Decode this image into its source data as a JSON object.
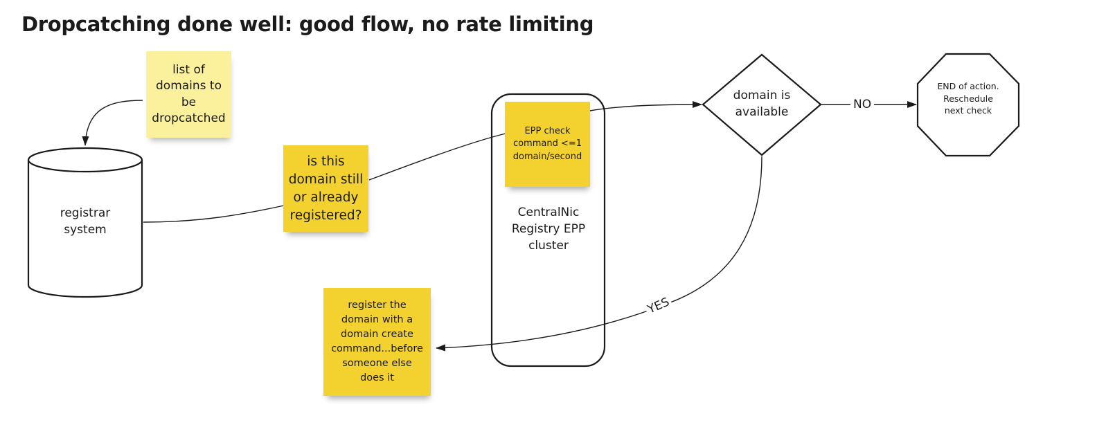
{
  "title": "Dropcatching done well: good flow, no rate limiting",
  "nodes": {
    "registrar": "registrar system",
    "epp_cluster": "CentralNic Registry EPP cluster",
    "availability_decision": "domain is available",
    "end_action": "END of action. Reschedule next check"
  },
  "stickies": {
    "domain_list": "list of domains to be dropcatched",
    "registered_question": "is this domain still or already registered?",
    "epp_check": "EPP check command <=1 domain/second",
    "register_domain": "register the domain with a domain create command...before someone else does it"
  },
  "edges": {
    "no": "NO",
    "yes": "YES"
  },
  "colors": {
    "sticky_light": "#fbf09c",
    "sticky_dark": "#f3d12e",
    "stroke": "#1a1a1a"
  }
}
